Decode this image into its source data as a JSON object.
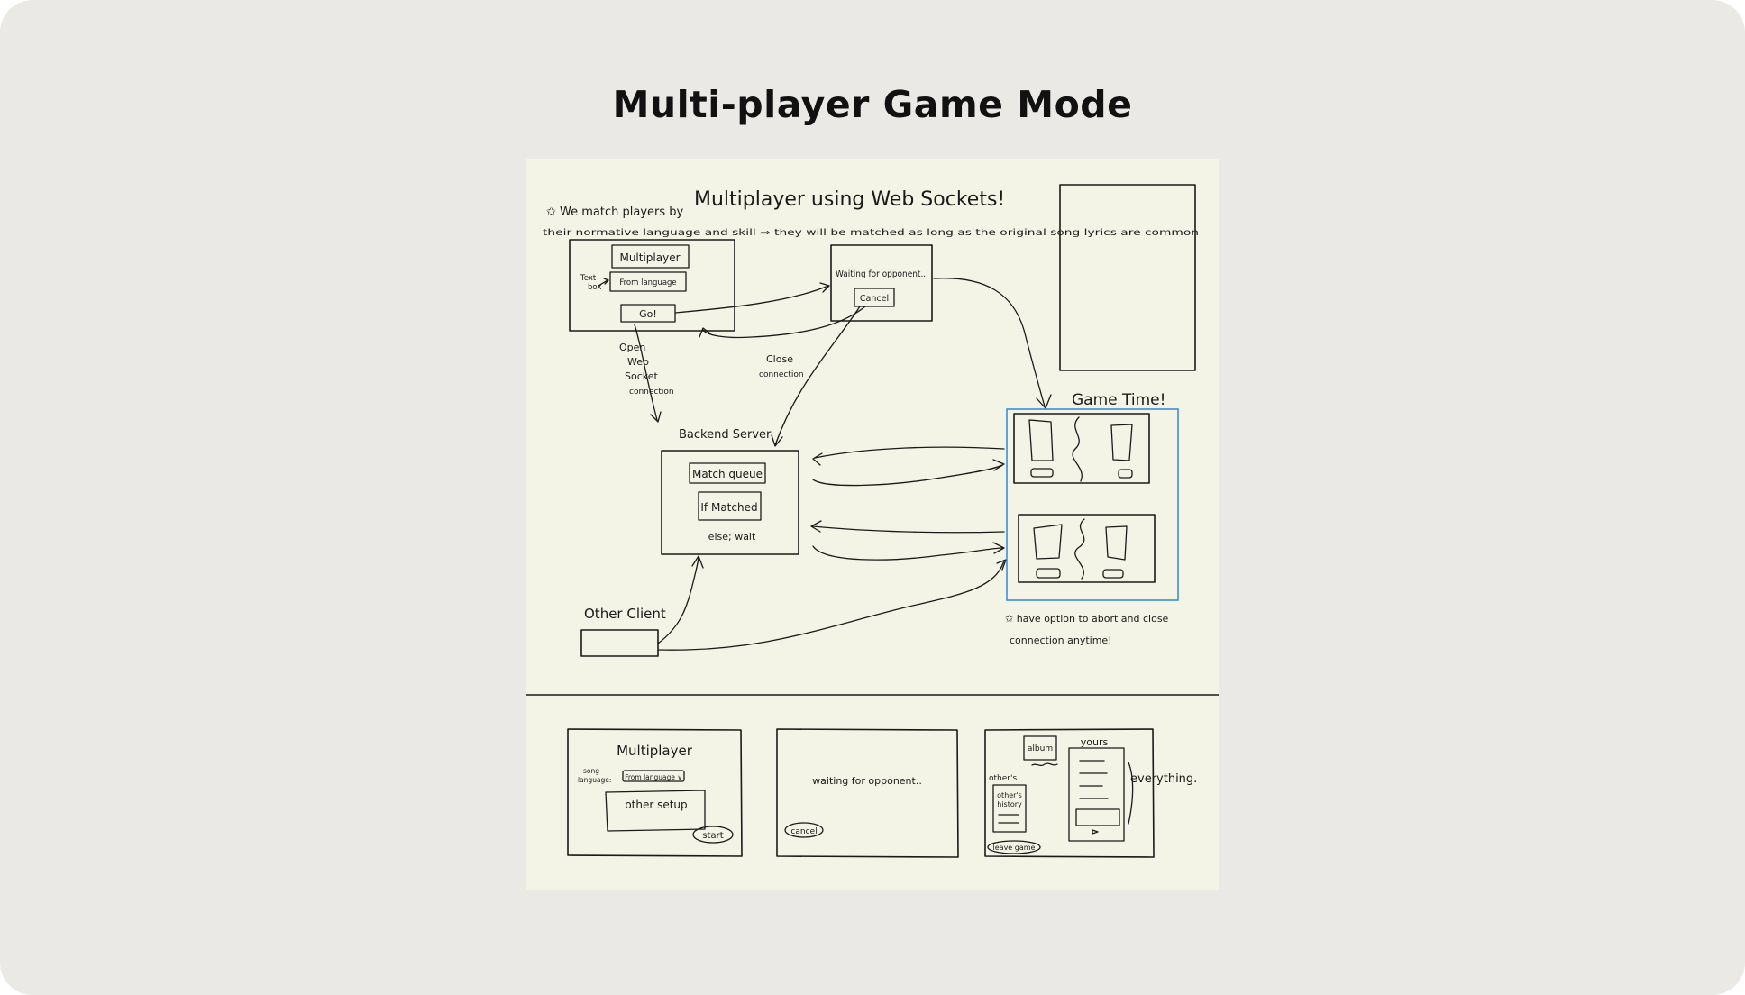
{
  "slide": {
    "title": "Multi-player Game Mode"
  },
  "sketch": {
    "heading": "Multiplayer using Web Sockets!",
    "note_line1": "✩ We match players by",
    "note_line2": "their normative language and skill ⇒ they will be matched as long as the original song lyrics are common",
    "client_box": {
      "title": "Multiplayer",
      "textbox_label_1": "Text",
      "textbox_label_2": "box",
      "textbox_value": "From language",
      "go": "Go!"
    },
    "waiting_box": {
      "text": "Waiting for opponent...",
      "cancel": "Cancel"
    },
    "open_socket": [
      "Open",
      "Web",
      "Socket",
      "connection"
    ],
    "close_connection": [
      "Close",
      "connection"
    ],
    "server": {
      "label": "Backend Server",
      "queue": "Match queue",
      "matched": "If Matched",
      "else": "else; wait"
    },
    "other_client": "Other Client",
    "game_time": "Game Time!",
    "abort_note_1": "✩ have option to abort and close",
    "abort_note_2": "connection anytime!",
    "bottom": {
      "panel1_title": "Multiplayer",
      "panel1_label_1": "song",
      "panel1_label_2": "language:",
      "panel1_select": "From language ∨",
      "panel1_setup": "other setup",
      "panel1_start": "start",
      "panel2_text": "waiting for opponent..",
      "panel2_cancel": "cancel",
      "panel3_album": "album",
      "panel3_yours": "yours",
      "panel3_others": "other's",
      "panel3_history_1": "other's",
      "panel3_history_2": "history",
      "panel3_everything": "everything.",
      "panel3_leave": "leave game"
    }
  },
  "colors": {
    "frame_bg": "#eae9e5",
    "sheet_bg": "#f3f3e6",
    "ink": "#1a1a1a",
    "highlight": "#3b8fd9"
  }
}
